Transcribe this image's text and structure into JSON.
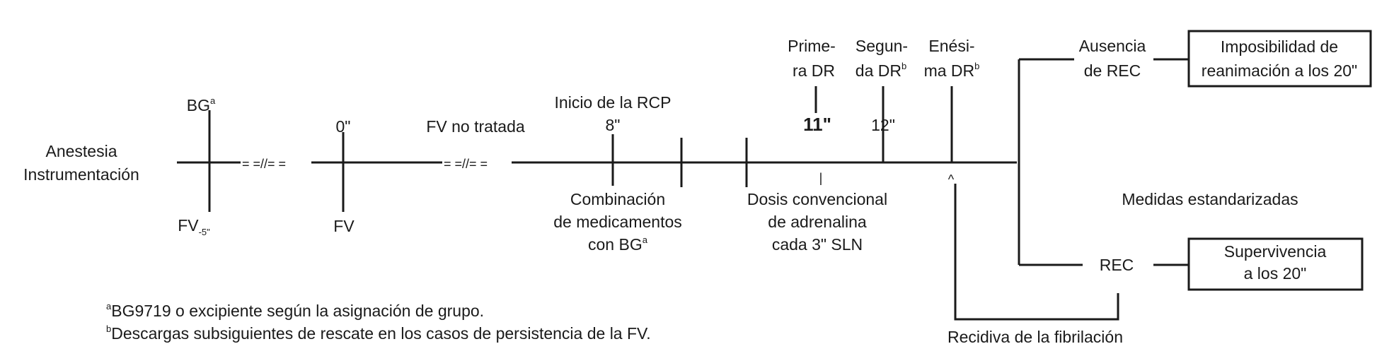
{
  "labels": {
    "anestesia": "Anestesia",
    "instrumentacion": "Instrumentación",
    "bg": "BG",
    "bg_sup": "a",
    "fv5": "FV",
    "fv5_sub": "-5\"",
    "zero": "0\"",
    "fv": "FV",
    "fv_no_tratada": "FV no tratada",
    "break_mark": "= =//= =",
    "inicio_rcp": "Inicio de la RCP",
    "eight": "8\"",
    "combinacion_1": "Combinación",
    "combinacion_2": "de medicamentos",
    "combinacion_3": "con BG",
    "combinacion_sup": "a",
    "dosis_1": "Dosis convencional",
    "dosis_2": "de adrenalina",
    "dosis_3": "cada 3\" SLN",
    "primera_1": "Prime-",
    "primera_2": "ra DR",
    "eleven": "11\"",
    "segunda_1": "Segun-",
    "segunda_2": "da DR",
    "segunda_sup": "b",
    "twelve": "12\"",
    "enesima_1": "Enési-",
    "enesima_2": "ma DR",
    "enesima_sup": "b",
    "small_pipe": "|",
    "caret": "^",
    "ausencia_1": "Ausencia",
    "ausencia_2": "de REC",
    "imposibilidad_1": "Imposibilidad de",
    "imposibilidad_2": "reanimación a los 20\"",
    "medidas": "Medidas estandarizadas",
    "rec": "REC",
    "supervivencia_1": "Supervivencia",
    "supervivencia_2": "a los 20\"",
    "recidiva": "Recidiva de la fibrilación"
  },
  "footnotes": {
    "a_mark": "a",
    "a_text": "BG9719 o excipiente según la asignación de grupo.",
    "b_mark": "b",
    "b_text": "Descargas subsiguientes de rescate en los casos de persistencia de la FV."
  }
}
